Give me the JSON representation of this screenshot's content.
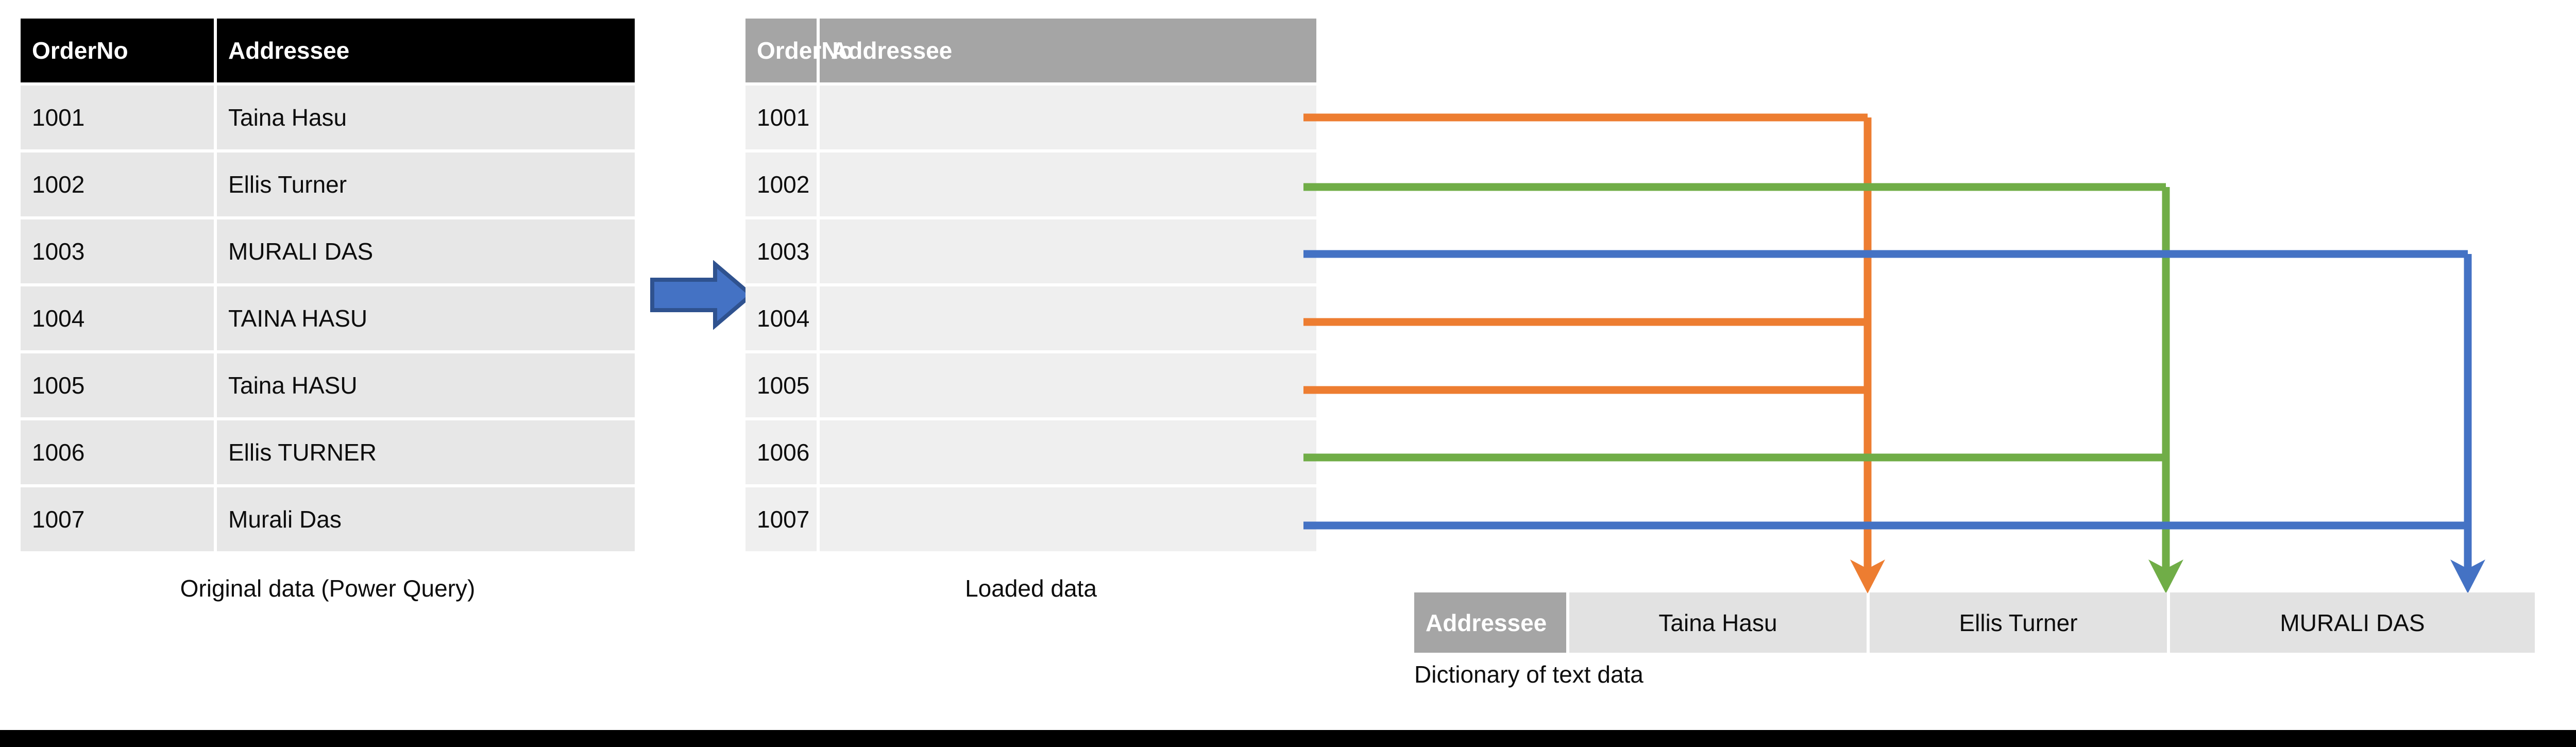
{
  "colors": {
    "orange": "#ED7D31",
    "green": "#70AD47",
    "blue": "#4472C4",
    "blue_dark": "#2F528F",
    "header_black": "#000000",
    "header_gray": "#A5A5A5",
    "row_left": "#E7E7E7",
    "row_mid": "#EFEFEF",
    "dict_value_bg": "#E2E2E2",
    "text": "#0D0D0D"
  },
  "original_table": {
    "caption": "Original data (Power Query)",
    "columns": [
      "OrderNo",
      "Addressee"
    ],
    "rows": [
      {
        "orderno": "1001",
        "addressee": "Taina Hasu"
      },
      {
        "orderno": "1002",
        "addressee": "Ellis Turner"
      },
      {
        "orderno": "1003",
        "addressee": "MURALI DAS"
      },
      {
        "orderno": "1004",
        "addressee": "TAINA HASU"
      },
      {
        "orderno": "1005",
        "addressee": "Taina HASU"
      },
      {
        "orderno": "1006",
        "addressee": "Ellis TURNER"
      },
      {
        "orderno": "1007",
        "addressee": "Murali Das"
      }
    ]
  },
  "loaded_table": {
    "caption": "Loaded data",
    "columns": [
      "OrderNo",
      "Addressee"
    ],
    "rows": [
      {
        "orderno": "1001",
        "addressee": ""
      },
      {
        "orderno": "1002",
        "addressee": ""
      },
      {
        "orderno": "1003",
        "addressee": ""
      },
      {
        "orderno": "1004",
        "addressee": ""
      },
      {
        "orderno": "1005",
        "addressee": ""
      },
      {
        "orderno": "1006",
        "addressee": ""
      },
      {
        "orderno": "1007",
        "addressee": ""
      }
    ]
  },
  "dictionary": {
    "caption": "Dictionary of text data",
    "header": "Addressee",
    "entries": [
      {
        "value": "Taina Hasu",
        "color": "#ED7D31"
      },
      {
        "value": "Ellis Turner",
        "color": "#70AD47"
      },
      {
        "value": "MURALI DAS",
        "color": "#4472C4"
      }
    ]
  },
  "transition_arrow": {
    "name": "right-arrow",
    "direction": "right",
    "fill": "#4472C4",
    "stroke": "#2F528F"
  },
  "mappings": [
    {
      "from_row": "1001",
      "to_entry": "Taina Hasu",
      "color": "#ED7D31"
    },
    {
      "from_row": "1002",
      "to_entry": "Ellis Turner",
      "color": "#70AD47"
    },
    {
      "from_row": "1003",
      "to_entry": "MURALI DAS",
      "color": "#4472C4"
    },
    {
      "from_row": "1004",
      "to_entry": "Taina Hasu",
      "color": "#ED7D31"
    },
    {
      "from_row": "1005",
      "to_entry": "Taina Hasu",
      "color": "#ED7D31"
    },
    {
      "from_row": "1006",
      "to_entry": "Ellis Turner",
      "color": "#70AD47"
    },
    {
      "from_row": "1007",
      "to_entry": "MURALI DAS",
      "color": "#4472C4"
    }
  ]
}
